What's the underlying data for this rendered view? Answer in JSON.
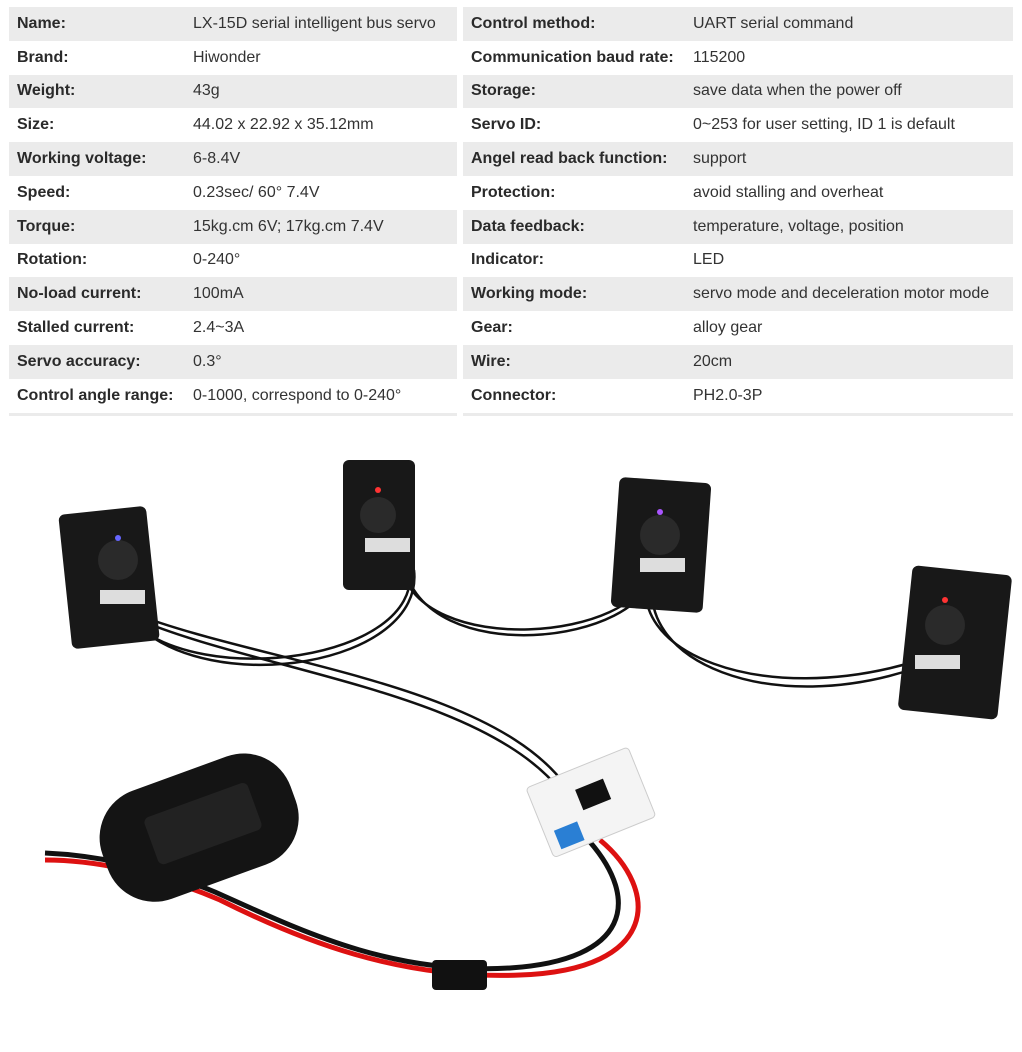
{
  "specs_left": [
    {
      "label": "Name:",
      "value": "LX-15D serial intelligent bus servo"
    },
    {
      "label": "Brand:",
      "value": "Hiwonder"
    },
    {
      "label": "Weight:",
      "value": "43g"
    },
    {
      "label": "Size:",
      "value": "44.02 x 22.92 x 35.12mm"
    },
    {
      "label": "Working voltage:",
      "value": "6-8.4V"
    },
    {
      "label": "Speed:",
      "value": "0.23sec/ 60° 7.4V"
    },
    {
      "label": "Torque:",
      "value": "15kg.cm 6V; 17kg.cm 7.4V"
    },
    {
      "label": "Rotation:",
      "value": "0-240°"
    },
    {
      "label": "No-load current:",
      "value": "100mA"
    },
    {
      "label": "Stalled current:",
      "value": "2.4~3A"
    },
    {
      "label": "Servo accuracy:",
      "value": "0.3°"
    },
    {
      "label": "Control angle range:",
      "value": "0-1000, correspond to 0-240°"
    }
  ],
  "specs_right": [
    {
      "label": "Control method:",
      "value": "UART serial command"
    },
    {
      "label": "Communication baud rate:",
      "value": "115200"
    },
    {
      "label": "Storage:",
      "value": "save data when the power off"
    },
    {
      "label": "Servo ID:",
      "value": "0~253 for user setting, ID 1 is default"
    },
    {
      "label": "Angel read back function:",
      "value": "support"
    },
    {
      "label": "Protection:",
      "value": "avoid stalling and overheat"
    },
    {
      "label": "Data feedback:",
      "value": "temperature, voltage, position"
    },
    {
      "label": "Indicator:",
      "value": "LED"
    },
    {
      "label": "Working mode:",
      "value": "servo mode and deceleration motor mode"
    },
    {
      "label": "Gear:",
      "value": "alloy gear"
    },
    {
      "label": "Wire:",
      "value": "20cm"
    },
    {
      "label": "Connector:",
      "value": "PH2.0-3P"
    }
  ]
}
